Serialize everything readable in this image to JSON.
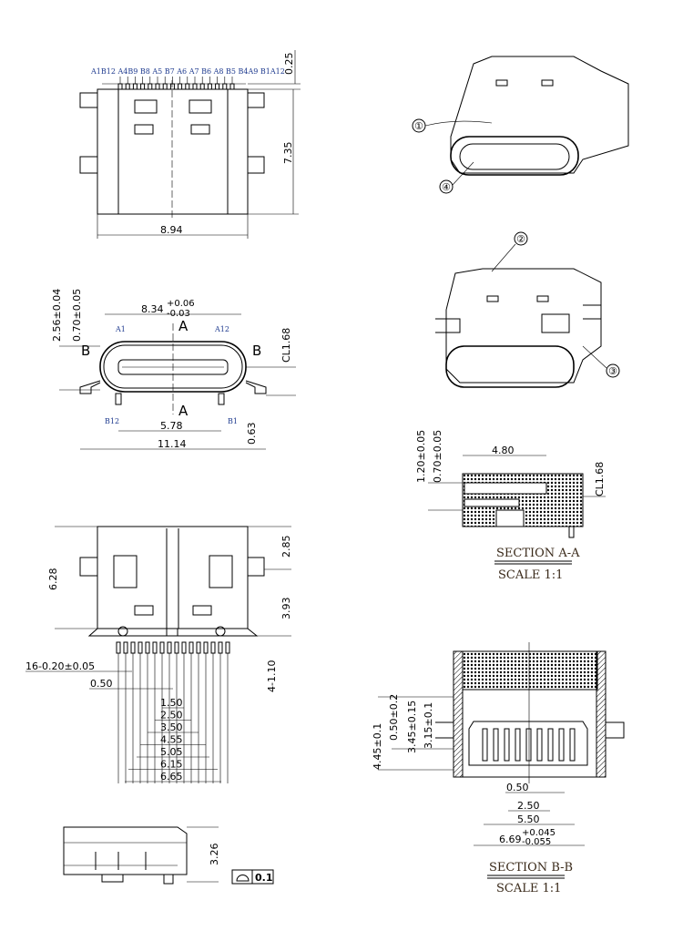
{
  "top_view": {
    "pin_labels": "A1B12 A4B9 B8 A5 B7 A6 A7 B6 A8 B5 B4A9 B1A12",
    "dim_width": "8.94",
    "dim_length": "7.35",
    "dim_offset": "0.25"
  },
  "front_view": {
    "dim_width_nominal": "8.34",
    "dim_width_plus": "+0.06",
    "dim_width_minus": "-0.03",
    "section_a": "A",
    "section_b": "B",
    "pin_a1": "A1",
    "pin_a12": "A12",
    "pin_b12": "B12",
    "pin_b1": "B1",
    "dim_height": "2.56±0.04",
    "dim_tongue": "0.70±0.05",
    "dim_center": "CL1.68",
    "dim_post_spacing": "5.78",
    "dim_overall": "11.14",
    "dim_post": "0.63"
  },
  "bottom_view": {
    "dim_length": "6.28",
    "dim_upper": "2.85",
    "dim_lower": "3.93",
    "dim_posts": "4-1.10",
    "dim_pin_width": "16-0.20±0.05",
    "dim_pitch": "0.50",
    "pin_spans": [
      "1.50",
      "2.50",
      "3.50",
      "4.55",
      "5.05",
      "6.15",
      "6.65"
    ]
  },
  "side_view": {
    "dim_height": "3.26",
    "flatness_value": "0.1"
  },
  "iso_callouts": [
    "①",
    "②",
    "③",
    "④"
  ],
  "section_aa": {
    "dim_length": "4.80",
    "dim_a": "1.20±0.05",
    "dim_b": "0.70±0.05",
    "dim_center": "CL1.68",
    "title": "SECTION A-A",
    "scale": "SCALE 1:1"
  },
  "section_bb": {
    "dims_vertical": [
      "4.45±0.1",
      "0.50±0.2",
      "3.45±0.15",
      "3.15±0.1"
    ],
    "dim_pitch": "0.50",
    "dim_span1": "2.50",
    "dim_span2": "5.50",
    "dim_width_nominal": "6.69",
    "dim_width_plus": "+0.045",
    "dim_width_minus": "-0.055",
    "title": "SECTION B-B",
    "scale": "SCALE 1:1"
  }
}
